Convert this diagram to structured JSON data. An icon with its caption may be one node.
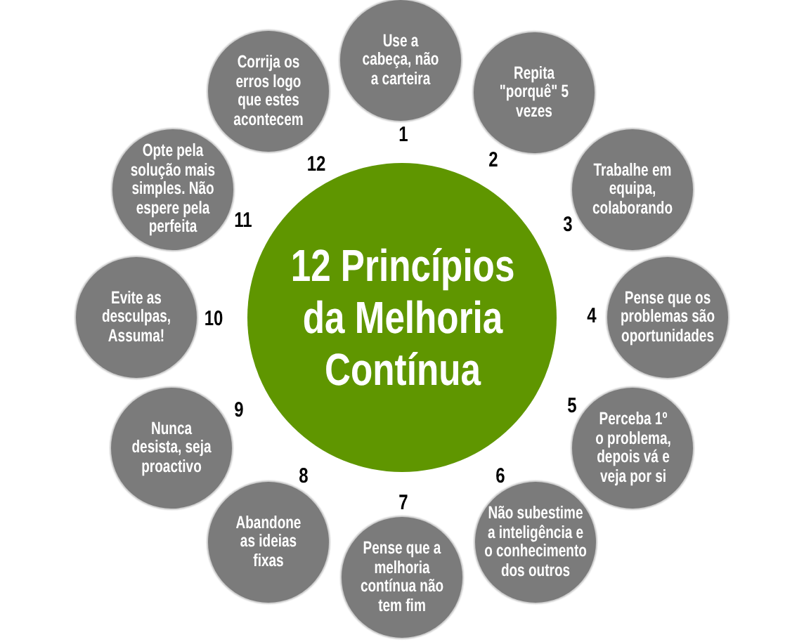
{
  "diagram": {
    "nodes": [
      {
        "text": [
          "12 Princípios da Melhoria Contínua"
        ]
      },
      {
        "text": [
          "Use a cabeça, não a carteira"
        ],
        "beside": [
          "1"
        ]
      },
      {
        "text": [
          "Repita \"porquê\" 5 vezes"
        ],
        "beside": [
          "2"
        ]
      },
      {
        "text": [
          "Trabalhe em equipa, colaborando"
        ],
        "beside": [
          "3"
        ]
      },
      {
        "text": [
          "Pense que os problemas são oportunidades"
        ],
        "beside": [
          "4"
        ]
      },
      {
        "text": [
          "Perceba 1º o problema, depois vá e veja por si"
        ],
        "beside": [
          "5"
        ]
      },
      {
        "text": [
          "Não subestime a inteligência e o conhecimento dos outros"
        ],
        "beside": [
          "6"
        ]
      },
      {
        "text": [
          "Pense que a melhoria contínua não tem fim"
        ],
        "beside": [
          "7"
        ]
      },
      {
        "text": [
          "Abandone as ideias fixas"
        ],
        "beside": [
          "8"
        ]
      },
      {
        "text": [
          "Nunca desista, seja proactivo"
        ],
        "beside": [
          "9"
        ]
      },
      {
        "text": [
          "Evite as desculpas, Assuma!"
        ],
        "beside": [
          "10"
        ]
      },
      {
        "text": [
          "Opte pela solução mais simples. Não espere pela perfeita"
        ],
        "beside": [
          "11"
        ]
      },
      {
        "text": [
          "Corrija os erros logo que estes acontecem"
        ],
        "beside": [
          "12"
        ]
      }
    ]
  }
}
